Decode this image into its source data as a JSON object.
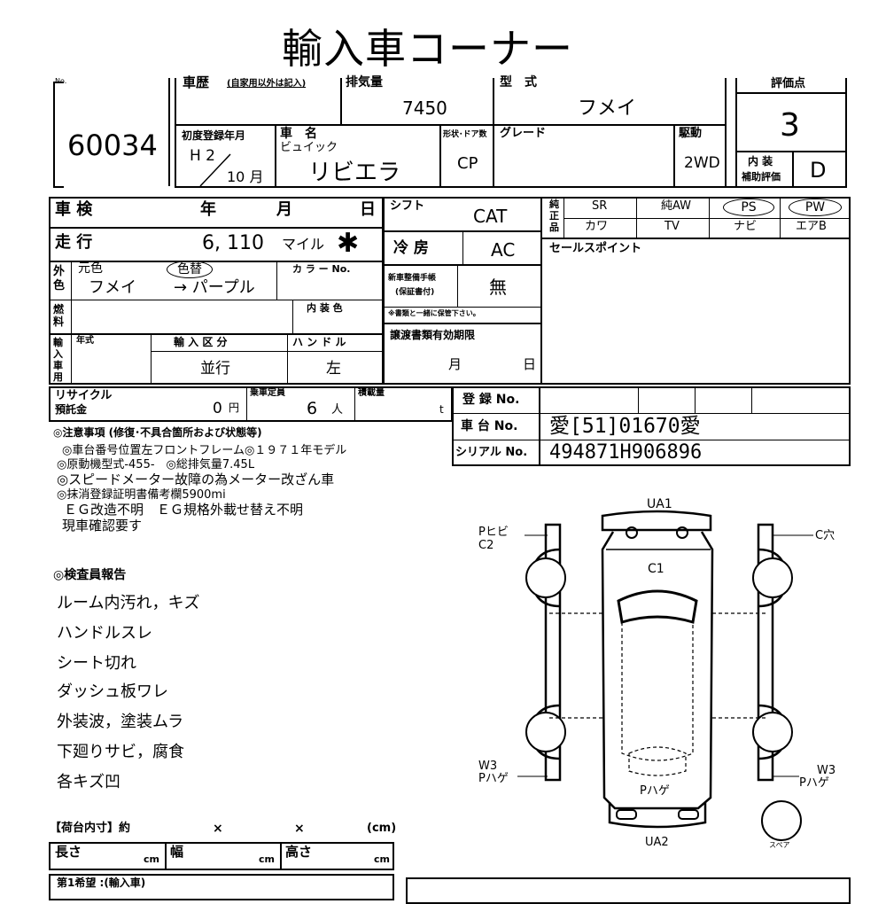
{
  "title": "輸入車コーナー",
  "header": {
    "no_label": "No.",
    "lot_no": "60034",
    "history_label": "車歴",
    "history_note": "(自家用以外は記入)",
    "displacement_label": "排気量",
    "displacement_value": "7450",
    "model_label": "型　式",
    "model_value": "フメイ",
    "score_label": "評価点",
    "score_value": "3",
    "first_reg_label": "初度登録年月",
    "first_reg_year": "H 2",
    "first_reg_month": "10 月",
    "car_name_label": "車　名",
    "maker": "ビュイック",
    "car_name": "リビエラ",
    "shape_label": "形状･ドア数",
    "shape_value": "CP",
    "grade_label": "グレード",
    "drive_label": "駆動",
    "drive_value": "2WD",
    "interior_label": "内 装",
    "interior_sub": "補助評価",
    "interior_value": "D"
  },
  "left_table": {
    "inspection_label": "車 検",
    "year": "年",
    "month": "月",
    "day": "日",
    "mileage_label": "走 行",
    "mileage_value": "6, 110",
    "mileage_unit": "マイル",
    "mileage_mark": "✱",
    "color_label": "外色",
    "orig_color_label": "元色",
    "repaint_label": "色替",
    "orig_color": "フメイ",
    "new_color": "→ パープル",
    "color_no_label": "カ ラ ー No.",
    "fuel_label": "燃料",
    "interior_color_label": "内 装 色",
    "import_label": "輸入車用",
    "model_year_label": "年式",
    "import_class_label": "輸 入 区 分",
    "import_class": "並行",
    "handle_label": "ハ ン ド ル",
    "handle_value": "左",
    "recycle_label": "リサイクル",
    "recycle_sub": "預託金",
    "recycle_value": "0",
    "recycle_unit": "円",
    "capacity_label": "乗車定員",
    "capacity_value": "6",
    "capacity_unit": "人",
    "load_label": "積載量",
    "load_unit": "t"
  },
  "mid_table": {
    "shift_label": "シフト",
    "shift_value": "CAT",
    "ac_label": "冷 房",
    "ac_value": "AC",
    "book_label1": "新車整備手帳",
    "book_label2": "(保証書付)",
    "book_value": "無",
    "book_note": "※書類と一緒に保管下さい。",
    "transfer_label": "譲渡書類有効期限",
    "transfer_month": "月",
    "transfer_day": "日"
  },
  "equipment": {
    "label": "純正品",
    "row1": [
      "SR",
      "純AW",
      "PS",
      "PW"
    ],
    "row2": [
      "カワ",
      "TV",
      "ナビ",
      "エアB"
    ],
    "sales_point_label": "セールスポイント"
  },
  "registration": {
    "reg_label": "登 録 No.",
    "chassis_label": "車 台 No.",
    "chassis_value": "愛[51]01670愛",
    "serial_label": "シリアル No.",
    "serial_value": "494871H906896"
  },
  "notes": {
    "header": "◎注意事項 (修復･不具合箇所および状態等)",
    "lines": [
      "◎車台番号位置左フロントフレーム◎１９７１年モデル",
      "◎原動機型式-455-　◎総排気量7.45L",
      "◎スピードメーター故障の為メーター改ざん車",
      "◎抹消登録証明書備考欄5900mi",
      "ＥＧ改造不明　ＥＧ規格外載せ替え不明",
      "現車確認要す"
    ]
  },
  "inspector": {
    "header": "◎検査員報告",
    "lines": [
      "ルーム内汚れ，キズ",
      "ハンドルスレ",
      "シート切れ",
      "ダッシュ板ワレ",
      "外装波，塗装ムラ",
      "下廻りサビ，腐食",
      "各キズ凹"
    ]
  },
  "cargo": {
    "label": "【荷台内寸】約",
    "x1": "×",
    "x2": "×",
    "unit": "(cm)",
    "length_label": "長さ",
    "width_label": "幅",
    "height_label": "高さ",
    "cm": "cm",
    "bottom_label": "第1希望 :(輸入車)"
  },
  "diagram": {
    "ua1": "UA1",
    "ua2": "UA2",
    "c1": "C1",
    "p_hibi": "Pヒビ",
    "c2": "C2",
    "c_ana": "C穴",
    "w3_left": "W3",
    "phage_left": "Pハゲ",
    "w3_right": "W3",
    "phage_right": "Pハゲ",
    "phage_rear": "Pハゲ",
    "spare": "スペア"
  }
}
